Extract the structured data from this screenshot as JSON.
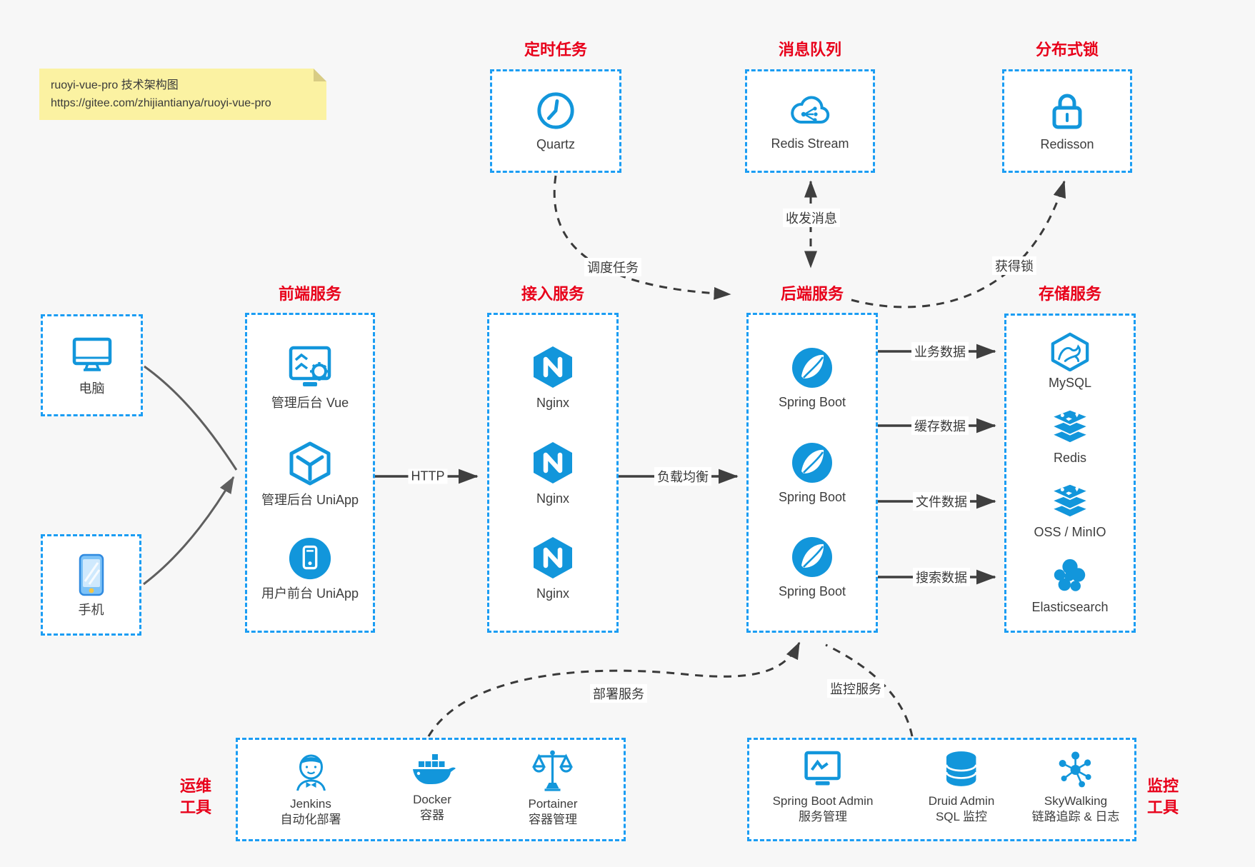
{
  "colors": {
    "accent_blue": "#1296db",
    "border_blue": "#1b9df3",
    "title_red": "#e8001a",
    "arrow_dark": "#3f3f3f",
    "device_arrow_gray": "#666666",
    "note_bg": "#fbf2a2",
    "box_bg": "#ffffff",
    "page_bg": "#f7f7f7"
  },
  "note": {
    "line1": "ruoyi-vue-pro 技术架构图",
    "line2": "https://gitee.com/zhijiantianya/ruoyi-vue-pro"
  },
  "devices": {
    "computer": {
      "label": "电脑",
      "icon": "desktop-monitor"
    },
    "phone": {
      "label": "手机",
      "icon": "smartphone"
    }
  },
  "groups": {
    "scheduler": {
      "title": "定时任务",
      "items": [
        {
          "label": "Quartz",
          "icon": "clock"
        }
      ]
    },
    "mq": {
      "title": "消息队列",
      "items": [
        {
          "label": "Redis Stream",
          "icon": "cloud-share"
        }
      ]
    },
    "lock": {
      "title": "分布式锁",
      "items": [
        {
          "label": "Redisson",
          "icon": "padlock"
        }
      ]
    },
    "frontend": {
      "title": "前端服务",
      "items": [
        {
          "label": "管理后台 Vue",
          "icon": "admin-dashboard"
        },
        {
          "label": "管理后台 UniApp",
          "icon": "uniapp-cube"
        },
        {
          "label": "用户前台 UniApp",
          "icon": "mobile-circle"
        }
      ]
    },
    "gateway": {
      "title": "接入服务",
      "items": [
        {
          "label": "Nginx",
          "icon": "nginx-hexagon"
        },
        {
          "label": "Nginx",
          "icon": "nginx-hexagon"
        },
        {
          "label": "Nginx",
          "icon": "nginx-hexagon"
        }
      ]
    },
    "backend": {
      "title": "后端服务",
      "items": [
        {
          "label": "Spring Boot",
          "icon": "spring-leaf"
        },
        {
          "label": "Spring Boot",
          "icon": "spring-leaf"
        },
        {
          "label": "Spring Boot",
          "icon": "spring-leaf"
        }
      ]
    },
    "storage": {
      "title": "存储服务",
      "items": [
        {
          "label": "MySQL",
          "icon": "mysql-dolphin"
        },
        {
          "label": "Redis",
          "icon": "redis-stack"
        },
        {
          "label": "OSS / MinIO",
          "icon": "redis-stack"
        },
        {
          "label": "Elasticsearch",
          "icon": "elastic-cluster"
        }
      ]
    },
    "ops": {
      "title": "运维工具",
      "title_lines": [
        "运维",
        "工具"
      ],
      "items": [
        {
          "label": "Jenkins",
          "sublabel": "自动化部署",
          "icon": "jenkins-butler"
        },
        {
          "label": "Docker",
          "sublabel": "容器",
          "icon": "docker-whale"
        },
        {
          "label": "Portainer",
          "sublabel": "容器管理",
          "icon": "portainer-scales"
        }
      ]
    },
    "monitoring": {
      "title": "监控工具",
      "title_lines": [
        "监控",
        "工具"
      ],
      "items": [
        {
          "label": "Spring Boot Admin",
          "sublabel": "服务管理",
          "icon": "admin-monitor"
        },
        {
          "label": "Druid Admin",
          "sublabel": "SQL 监控",
          "icon": "database-cylinder"
        },
        {
          "label": "SkyWalking",
          "sublabel": "链路追踪 & 日志",
          "icon": "skywalking-topology"
        }
      ]
    }
  },
  "connections": {
    "http": {
      "label": "HTTP"
    },
    "load_balance": {
      "label": "负载均衡"
    },
    "business_data": {
      "label": "业务数据"
    },
    "cache_data": {
      "label": "缓存数据"
    },
    "file_data": {
      "label": "文件数据"
    },
    "search_data": {
      "label": "搜索数据"
    },
    "schedule_task": {
      "label": "调度任务"
    },
    "send_receive_msg": {
      "label": "收发消息"
    },
    "acquire_lock": {
      "label": "获得锁"
    },
    "deploy_service": {
      "label": "部署服务"
    },
    "monitor_service": {
      "label": "监控服务"
    }
  }
}
